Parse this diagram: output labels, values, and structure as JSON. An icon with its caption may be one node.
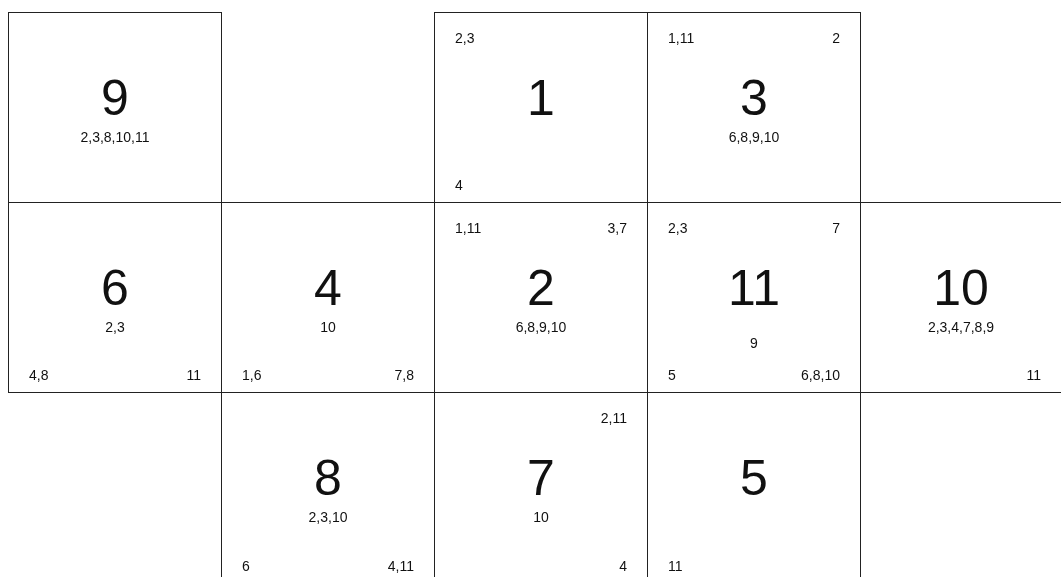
{
  "diagram": {
    "nodes": [
      {
        "text": [
          "9",
          "2,3,8,10,11"
        ]
      },
      {
        "text": [
          "2,3",
          "1",
          "4"
        ]
      },
      {
        "text": [
          "1,11",
          "2",
          "3",
          "6,8,9,10"
        ]
      },
      {
        "text": [
          "6",
          "2,3",
          "4,8",
          "11"
        ]
      },
      {
        "text": [
          "4",
          "10",
          "1,6",
          "7,8"
        ]
      },
      {
        "text": [
          "1,11",
          "3,7",
          "2",
          "6,8,9,10"
        ]
      },
      {
        "text": [
          "2,3",
          "7",
          "11",
          "9",
          "5",
          "6,8,10"
        ]
      },
      {
        "text": [
          "10",
          "2,3,4,7,8,9",
          "11"
        ]
      },
      {
        "text": [
          "8",
          "2,3,10",
          "6",
          "4,11"
        ]
      },
      {
        "text": [
          "2,11",
          "7",
          "10",
          "4"
        ]
      },
      {
        "text": [
          "5",
          "11"
        ]
      }
    ]
  }
}
